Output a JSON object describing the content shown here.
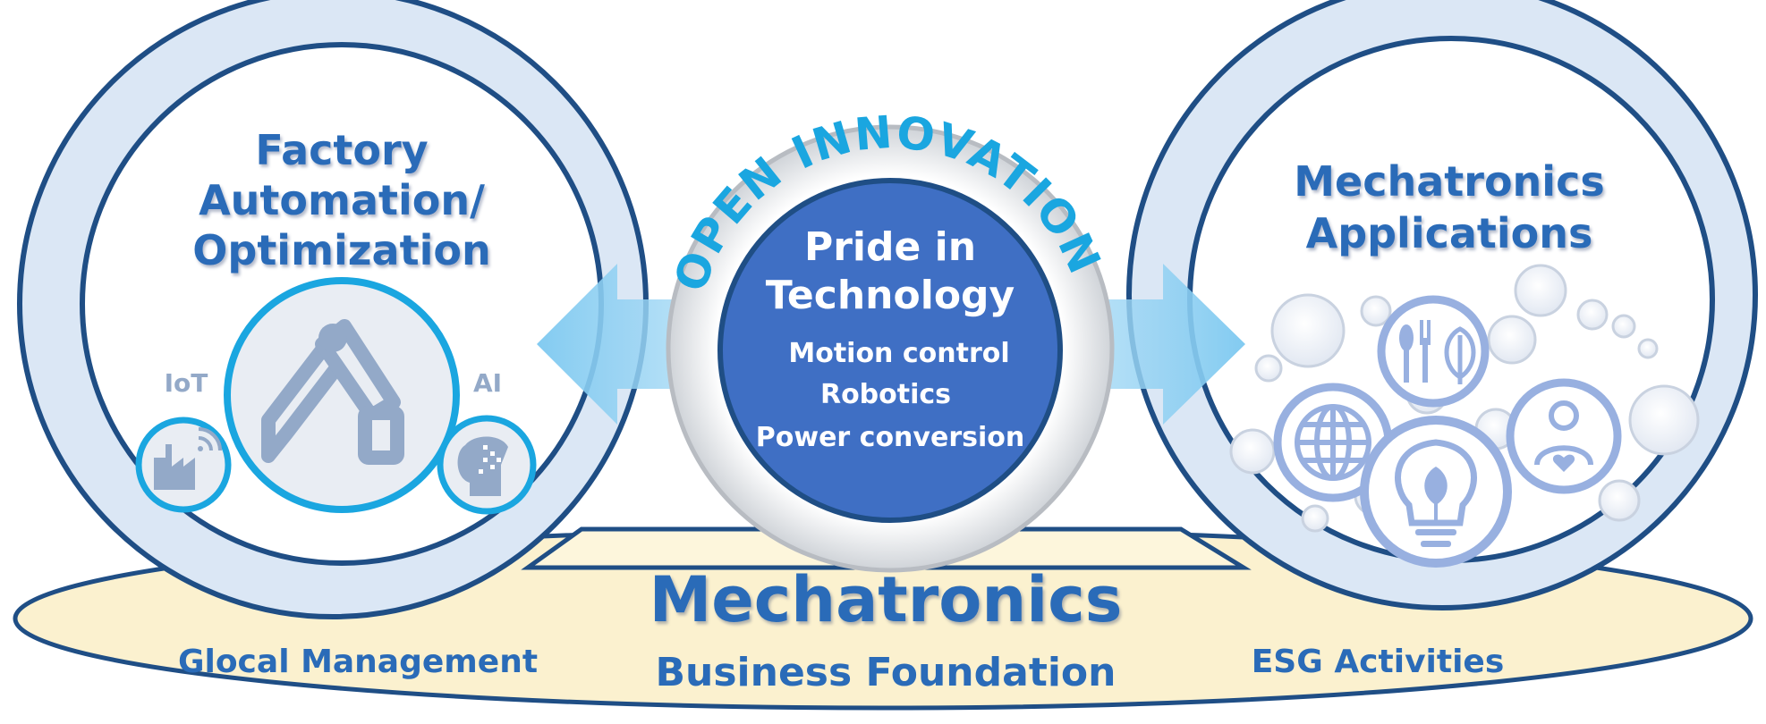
{
  "left": {
    "title_lines": [
      "Factory",
      "Automation/",
      "Optimization"
    ],
    "iot_label": "IoT",
    "ai_label": "AI",
    "robot_icon": "robot-arm-icon",
    "factory_icon": "factory-wifi-icon",
    "ai_icon": "ai-head-icon"
  },
  "center": {
    "arc_label": "OPEN INNOVATION",
    "title_lines": [
      "Pride in",
      "Technology"
    ],
    "items": [
      "Motion control",
      "Robotics",
      "Power conversion"
    ]
  },
  "right": {
    "title_lines": [
      "Mechatronics",
      "Applications"
    ],
    "icons": [
      "fork-leaf-icon",
      "globe-icon",
      "lightbulb-leaf-icon",
      "person-heart-icon"
    ]
  },
  "base": {
    "title": "Mechatronics",
    "left_label": "Glocal Management",
    "center_label": "Business Foundation",
    "right_label": "ESG Activities"
  },
  "colors": {
    "dark_blue": "#1f4e85",
    "mid_blue": "#2a6bb8",
    "cyan": "#1aa6e0",
    "light_blue_fill": "#dbe7f5",
    "center_fill": "#3f6fc4",
    "base_fill": "#fbf1cf",
    "icon_gray": "#93a9c8"
  }
}
